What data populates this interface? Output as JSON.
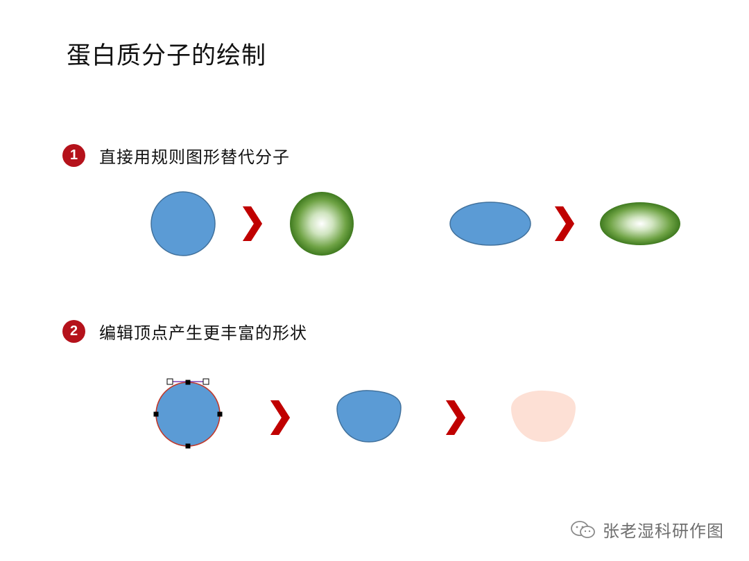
{
  "title": "蛋白质分子的绘制",
  "steps": [
    {
      "number": "1",
      "text": "直接用规则图形替代分子"
    },
    {
      "number": "2",
      "text": "编辑顶点产生更丰富的形状"
    }
  ],
  "watermark": {
    "text": "张老湿科研作图",
    "icon": "wechat-icon"
  },
  "colors": {
    "accent_red": "#b5121b",
    "shape_blue": "#5b9bd5",
    "shape_green": "#4e8a2a",
    "shape_peach": "#fde0d5"
  }
}
